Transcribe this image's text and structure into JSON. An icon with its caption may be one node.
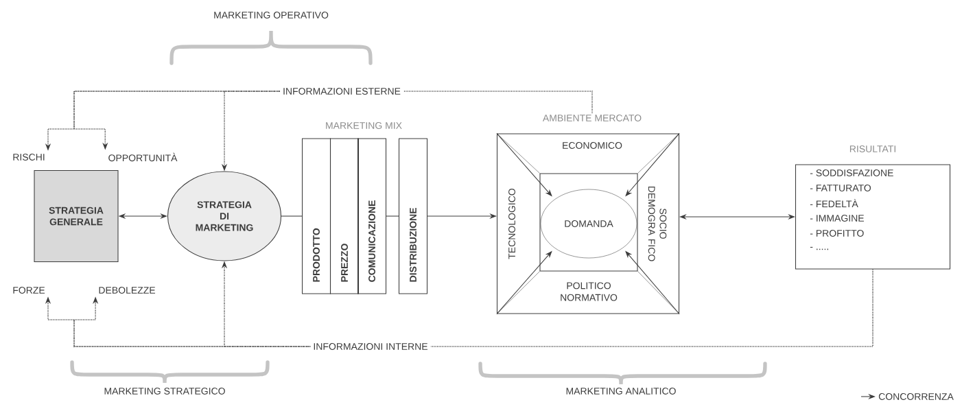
{
  "diagram": {
    "nodes": [
      {
        "text": [
          "INFORMAZIONI ESTERNE"
        ]
      },
      {
        "text": [
          "RISCHI"
        ]
      },
      {
        "text": [
          "OPPORTUNITÀ"
        ]
      },
      {
        "text": [
          "STRATEGIA GENERALE"
        ]
      },
      {
        "text": [
          "STRATEGIA DI MARKETING"
        ]
      },
      {
        "text": [
          "PRODOTTO"
        ]
      },
      {
        "text": [
          "PREZZO"
        ]
      },
      {
        "text": [
          "COMUNICAZIONE"
        ]
      },
      {
        "text": [
          "DISTRIBUZIONE"
        ]
      },
      {
        "text": [
          "AMBIENTE MERCATO"
        ]
      },
      {
        "text": [],
        "shape": "box",
        "in": 9
      },
      {
        "text": [
          "DOMANDA"
        ],
        "in": 10
      },
      {
        "text": [
          "RISULTATI",
          "- SODDISFAZIONE",
          "- FATTURATO",
          "- FEDELTÀ",
          "- IMMAGINE",
          "- PROFITTO",
          "- ....."
        ]
      },
      {
        "text": [
          "INFORMAZIONI INTERNE"
        ]
      },
      {
        "text": [
          "FORZE"
        ]
      },
      {
        "text": [
          "DEBOLEZZE"
        ]
      },
      {
        "text": [
          "CONCORRENZA"
        ]
      }
    ],
    "edges": [
      {
        "from": 3,
        "to": 4,
        "arrow": "both"
      },
      {
        "from": 4,
        "to": 5,
        "arrow": "none"
      },
      {
        "from": 7,
        "to": 8,
        "arrow": "none"
      },
      {
        "from": 8,
        "to": 9,
        "arrow": "to"
      },
      {
        "from": 9,
        "to": 12,
        "arrow": "both"
      },
      {
        "from": 9,
        "to": 11,
        "arrow": "to"
      },
      {
        "from": 9,
        "to": 11,
        "arrow": "to"
      },
      {
        "from": 9,
        "to": 11,
        "arrow": "to"
      },
      {
        "from": 9,
        "to": 11,
        "arrow": "to"
      },
      {
        "from": 0,
        "to": 1,
        "arrow": "to",
        "style": "dashed"
      },
      {
        "from": 0,
        "to": 2,
        "arrow": "to",
        "style": "dashed"
      },
      {
        "from": 0,
        "to": 4,
        "arrow": "to",
        "style": "dashed"
      },
      {
        "from": 9,
        "to": 0,
        "arrow": "none",
        "style": "dashed"
      },
      {
        "from": 12,
        "to": 13,
        "arrow": "none",
        "style": "dashed"
      },
      {
        "from": 13,
        "to": 14,
        "arrow": "to",
        "style": "dashed"
      },
      {
        "from": 13,
        "to": 15,
        "arrow": "to",
        "style": "dashed"
      },
      {
        "from": 13,
        "to": 4,
        "arrow": "to",
        "style": "dashed"
      },
      {
        "from": null,
        "to": 16,
        "arrow": "to"
      }
    ],
    "labels": [
      "MARKETING OPERATIVO",
      "MARKETING MIX",
      "ECONOMICO",
      "TECNOLOGICO",
      "SOCIO DEMOGRA FICO",
      "POLITICO NORMATIVO",
      "MARKETING STRATEGICO",
      "MARKETING ANALITICO"
    ]
  }
}
